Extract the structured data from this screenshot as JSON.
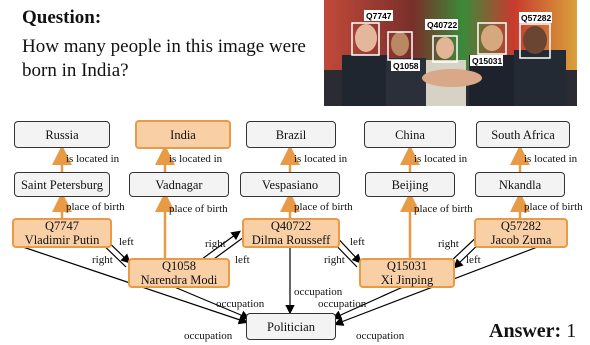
{
  "question": {
    "heading": "Question:",
    "text": "How many people in this image were born in India?"
  },
  "answer": {
    "label": "Answer:",
    "value": "1"
  },
  "photo_labels": [
    "Q7747",
    "Q1058",
    "Q40722",
    "Q15031",
    "Q57282"
  ],
  "nodes": {
    "russia": "Russia",
    "india": "India",
    "brazil": "Brazil",
    "china": "China",
    "south_africa": "South Africa",
    "saint_petersburg": "Saint Petersburg",
    "vadnagar": "Vadnagar",
    "vespasiano": "Vespasiano",
    "beijing": "Beijing",
    "nkandla": "Nkandla",
    "politician": "Politician"
  },
  "people": {
    "putin": {
      "qid": "Q7747",
      "name": "Vladimir Putin"
    },
    "modi": {
      "qid": "Q1058",
      "name": "Narendra Modi"
    },
    "rousseff": {
      "qid": "Q40722",
      "name": "Dilma Rousseff"
    },
    "xi": {
      "qid": "Q15031",
      "name": "Xi Jinping"
    },
    "zuma": {
      "qid": "Q57282",
      "name": "Jacob Zuma"
    }
  },
  "edge_labels": {
    "located_in": "is located in",
    "place_of_birth": "place of birth",
    "left": "left",
    "right": "right",
    "occupation": "occupation"
  },
  "colors": {
    "highlight_fill": "#f9cfa6",
    "highlight_border": "#e89a45",
    "arrow_orange": "#e89a45"
  }
}
